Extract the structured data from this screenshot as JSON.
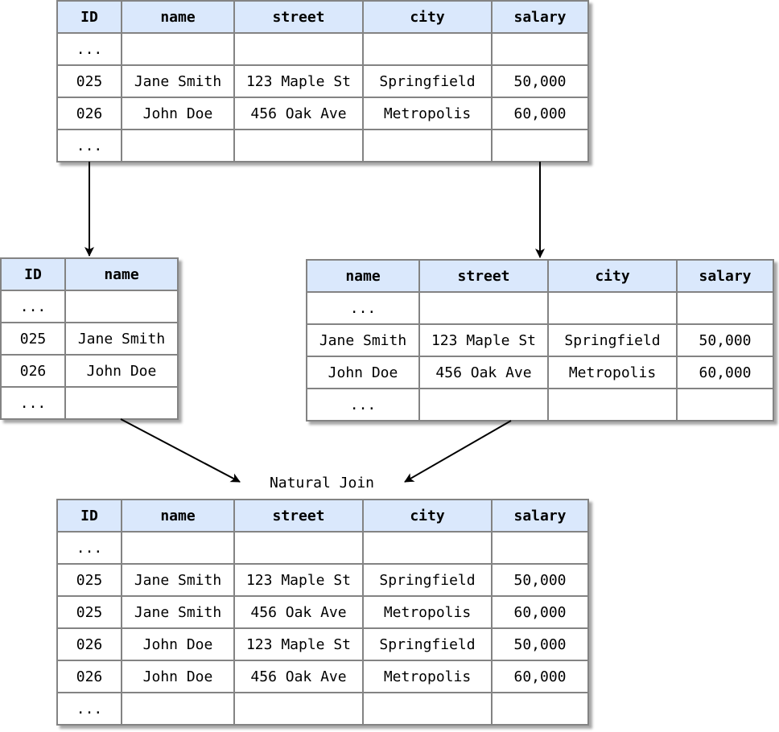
{
  "tables": {
    "source": {
      "headers": [
        "ID",
        "name",
        "street",
        "city",
        "salary"
      ],
      "rows": [
        [
          "...",
          "",
          "",
          "",
          ""
        ],
        [
          "025",
          "Jane Smith",
          "123 Maple St",
          "Springfield",
          "50,000"
        ],
        [
          "026",
          "John Doe",
          "456 Oak Ave",
          "Metropolis",
          "60,000"
        ],
        [
          "...",
          "",
          "",
          "",
          ""
        ]
      ]
    },
    "left": {
      "headers": [
        "ID",
        "name"
      ],
      "rows": [
        [
          "...",
          ""
        ],
        [
          "025",
          "Jane Smith"
        ],
        [
          "026",
          "John Doe"
        ],
        [
          "...",
          ""
        ]
      ]
    },
    "right": {
      "headers": [
        "name",
        "street",
        "city",
        "salary"
      ],
      "rows": [
        [
          "...",
          "",
          "",
          ""
        ],
        [
          "Jane Smith",
          "123 Maple St",
          "Springfield",
          "50,000"
        ],
        [
          "John Doe",
          "456 Oak Ave",
          "Metropolis",
          "60,000"
        ],
        [
          "...",
          "",
          "",
          ""
        ]
      ]
    },
    "result": {
      "headers": [
        "ID",
        "name",
        "street",
        "city",
        "salary"
      ],
      "rows": [
        [
          "...",
          "",
          "",
          "",
          ""
        ],
        [
          "025",
          "Jane Smith",
          "123 Maple St",
          "Springfield",
          "50,000"
        ],
        [
          "025",
          "Jane Smith",
          "456 Oak Ave",
          "Metropolis",
          "60,000"
        ],
        [
          "026",
          "John Doe",
          "123 Maple St",
          "Springfield",
          "50,000"
        ],
        [
          "026",
          "John Doe",
          "456 Oak Ave",
          "Metropolis",
          "60,000"
        ],
        [
          "...",
          "",
          "",
          "",
          ""
        ]
      ]
    }
  },
  "join_label": "Natural Join",
  "colors": {
    "header_fill": "#dae8fc",
    "border": "#838383",
    "arrow": "#000000"
  }
}
